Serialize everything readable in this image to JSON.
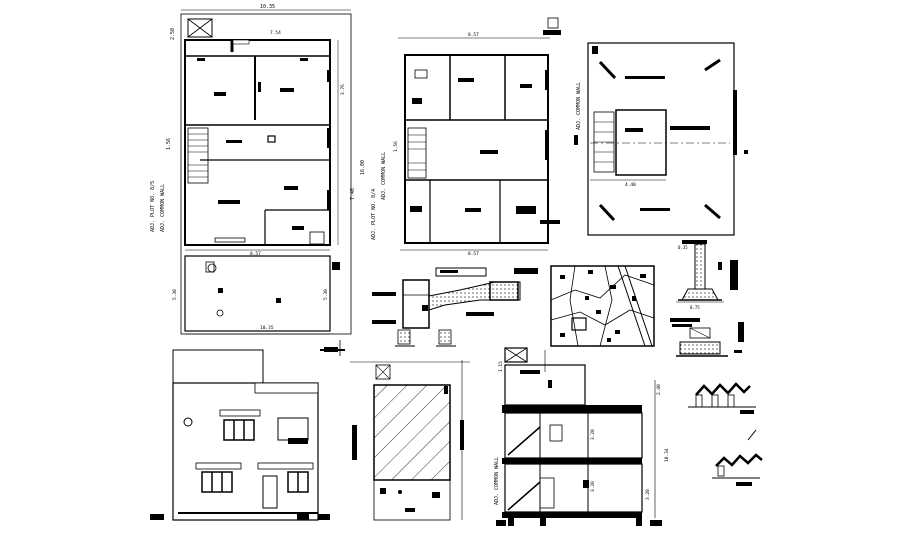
{
  "sheet": {
    "background": "#ffffff",
    "ink": "#000000"
  },
  "plan_1": {
    "dim_top": "10.35",
    "dim_top_inner": "7.54",
    "dim_left_top": "2.50",
    "dim_left_mid": "1.56",
    "dim_right_1": "3.76",
    "dim_right_2": "7.46",
    "dim_right_overall": "16.00",
    "dim_mid": "8.57",
    "dim_bottom": "10.35",
    "dim_right_lower": "5.30",
    "dim_left_lower": "5.30",
    "side_label": "ADJ. PLOT NO. 8/5",
    "wall_label": "ADJ. COMMON WALL"
  },
  "plan_2": {
    "dim_top": "8.57",
    "dim_left": "1.56",
    "dim_bottom": "8.57",
    "side_label": "ADJ. PLOT NO. 8/4",
    "wall_label": "ADJ. COMMON WALL"
  },
  "plan_3": {
    "dim_mid": "4.40",
    "wall_label": "ADJ. COMMON WALL"
  },
  "footing_detail": {
    "dim_width": "0.35",
    "dim_bottom": "0.75"
  },
  "section": {
    "dim_right_top": "2.40",
    "dim_right_total": "10.34",
    "dim_right_lower": "3.20",
    "dim_mid_1": "3.20",
    "dim_mid_2": "3.20",
    "dim_left_small": "1.15",
    "wall_label": "ADJ. COMMON WALL"
  },
  "site_plan": {},
  "elevation": {}
}
